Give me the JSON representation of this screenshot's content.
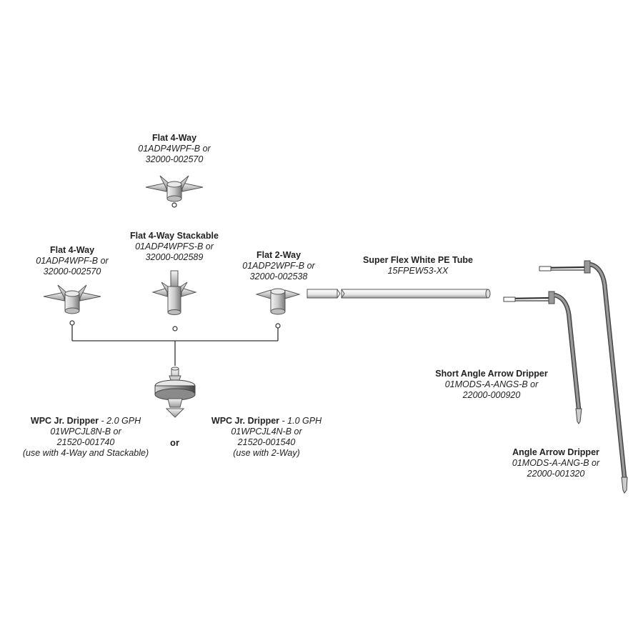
{
  "components": {
    "flat4way_top": {
      "title": "Flat 4-Way",
      "line1": "01ADP4WPF-B or",
      "line2": "32000-002570"
    },
    "flat4way_left": {
      "title": "Flat 4-Way",
      "line1": "01ADP4WPF-B or",
      "line2": "32000-002570"
    },
    "flat4way_stackable": {
      "title": "Flat 4-Way Stackable",
      "line1": "01ADP4WPFS-B or",
      "line2": "32000-002589"
    },
    "flat2way": {
      "title": "Flat 2-Way",
      "line1": "01ADP2WPF-B or",
      "line2": "32000-002538"
    },
    "pe_tube": {
      "title": "Super Flex White PE Tube",
      "line1": "15FPEW53-XX"
    },
    "wpc_20": {
      "title": "WPC Jr. Dripper",
      "rate": " - 2.0 GPH",
      "line1": "01WPCJL8N-B or",
      "line2": "21520-001740",
      "line3": "(use with 4-Way and Stackable)"
    },
    "wpc_10": {
      "title": "WPC Jr. Dripper",
      "rate": " - 1.0 GPH",
      "line1": "01WPCJL4N-B or",
      "line2": "21520-001540",
      "line3": "(use with 2-Way)"
    },
    "short_angle": {
      "title": "Short Angle Arrow Dripper",
      "line1": "01MODS-A-ANGS-B or",
      "line2": "22000-000920"
    },
    "angle": {
      "title": "Angle Arrow Dripper",
      "line1": "01MODS-A-ANG-B or",
      "line2": "22000-001320"
    }
  },
  "or_label": "or",
  "colors": {
    "line": "#333333",
    "fitting_light": "#e4e4e4",
    "fitting_mid": "#b9b9b9",
    "fitting_dark": "#6b6b6b"
  }
}
